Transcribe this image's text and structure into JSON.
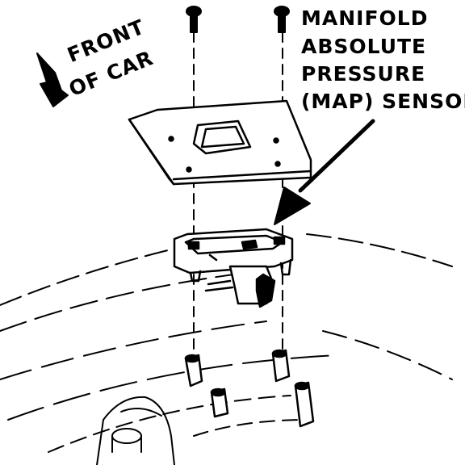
{
  "callout": {
    "lines": [
      "MANIFOLD",
      "ABSOLUTE",
      "PRESSURE",
      "(MAP) SENSOR"
    ]
  },
  "orientation": {
    "lines": [
      "FRONT",
      "OF CAR"
    ]
  },
  "colors": {
    "ink": "#000000",
    "paper": "#ffffff"
  }
}
